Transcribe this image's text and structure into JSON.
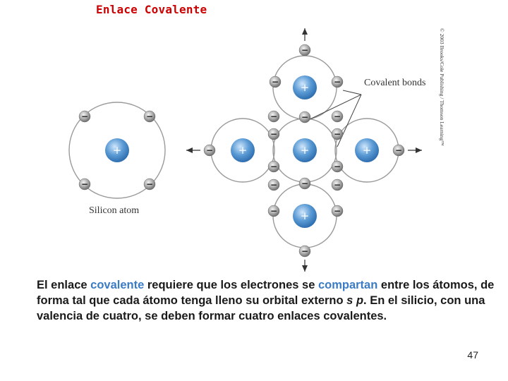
{
  "slide": {
    "title": "Enlace Covalente",
    "page_number": "47"
  },
  "diagram": {
    "labels": {
      "covalent_bonds": "Covalent bonds",
      "silicon_atom": "Silicon atom",
      "copyright": "© 2003 Brooks/Cole Publishing / Thomson Learning™"
    },
    "symbols": {
      "nucleus": "+",
      "electron": "−"
    }
  },
  "caption": {
    "part1": "El enlace ",
    "word1": "covalente",
    "part2": " requiere que los electrones se ",
    "word2": "compartan",
    "part3": " entre los átomos, de forma tal que cada átomo tenga lleno su orbital externo ",
    "orbital_s": "s",
    "orbital_p": "p",
    "part4": ". En el silicio, con una valencia de cuatro, se deben formar cuatro enlaces covalentes."
  },
  "colors": {
    "title": "#cc0000",
    "highlight": "#3b7cc4",
    "nucleus": "#5b9bd5",
    "electron": "#9a9a9a",
    "orbit": "#9a9a9a"
  }
}
